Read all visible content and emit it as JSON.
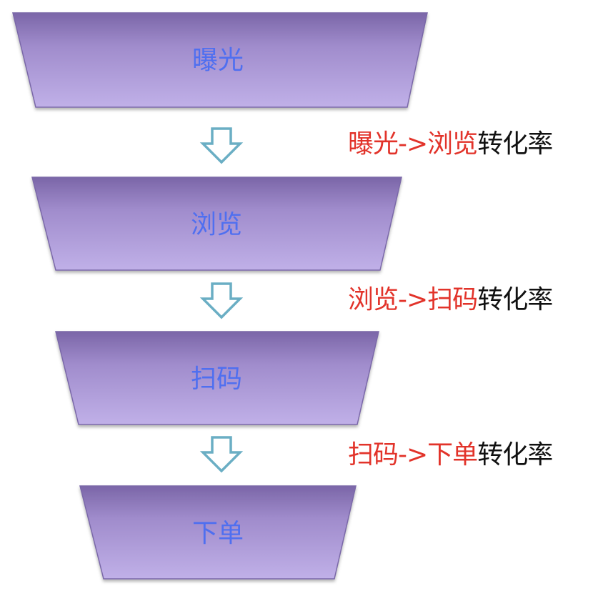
{
  "stages": [
    {
      "label": "曝光"
    },
    {
      "label": "浏览"
    },
    {
      "label": "扫码"
    },
    {
      "label": "下单"
    }
  ],
  "rates": [
    {
      "from": "曝光",
      "arrow": "->",
      "to": "浏览",
      "suffix": "转化率"
    },
    {
      "from": "浏览",
      "arrow": "->",
      "to": "扫码",
      "suffix": "转化率"
    },
    {
      "from": "扫码",
      "arrow": "->",
      "to": "下单",
      "suffix": "转化率"
    }
  ],
  "colors": {
    "stage_top": "#7b66a8",
    "stage_bottom": "#c0b0e8",
    "stage_text": "#4f6ff0",
    "arrow": "#6aaec4",
    "rate_highlight": "#e2332a",
    "rate_text": "#111111"
  }
}
